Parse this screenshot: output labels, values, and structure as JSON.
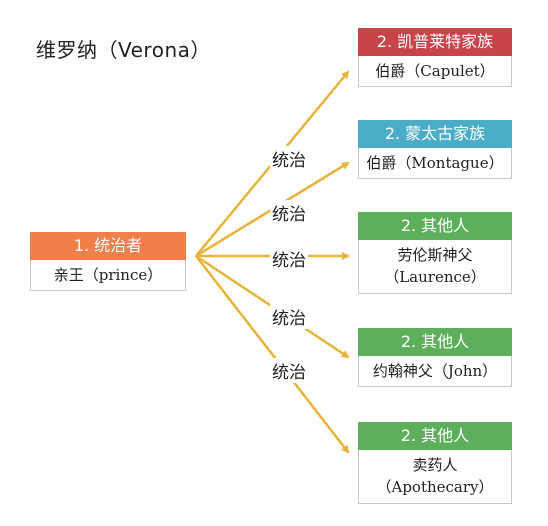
{
  "title": "维罗纳（Verona）",
  "colors": {
    "ruler": "#f07f4a",
    "capulet": "#c9444a",
    "montague": "#4aacc6",
    "other": "#5daf5c",
    "arrow": "#e8b33a"
  },
  "ruler": {
    "head": "1. 统治者",
    "body": "亲王（prince）"
  },
  "nodes": [
    {
      "head": "2. 凯普莱特家族",
      "body": "伯爵（Capulet）"
    },
    {
      "head": "2. 蒙太古家族",
      "body": "伯爵（Montague）"
    },
    {
      "head": "2.  其他人",
      "body": "劳伦斯神父（Laurence）"
    },
    {
      "head": "2.  其他人",
      "body": "约翰神父（John）"
    },
    {
      "head": "2.  其他人",
      "body": "卖药人（Apothecary）"
    }
  ],
  "edge_labels": [
    "统治",
    "统治",
    "统治",
    "统治",
    "统治"
  ]
}
